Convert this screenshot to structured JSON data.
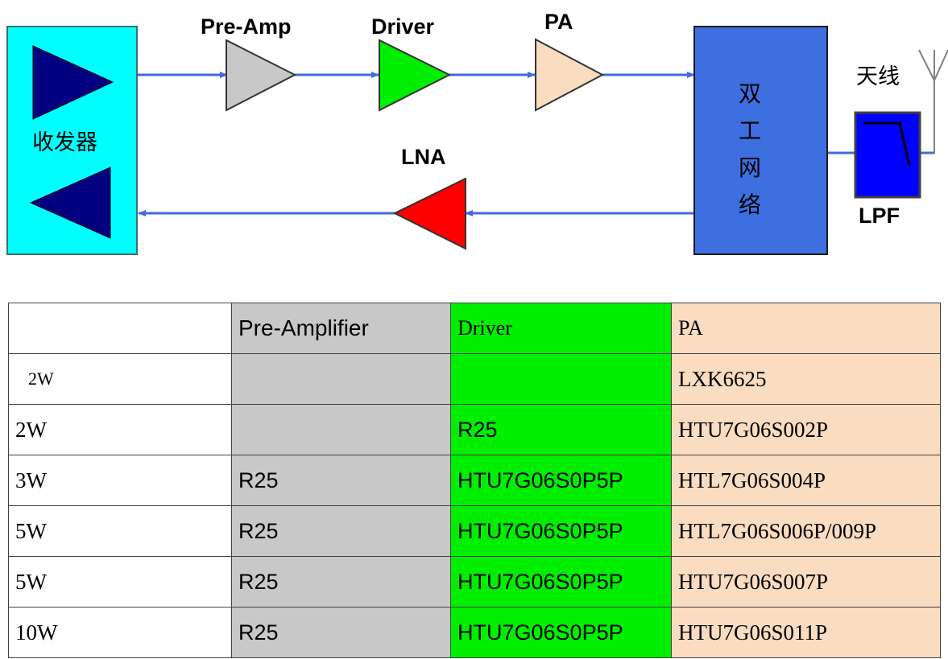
{
  "diagram": {
    "title": "RF Transmit/Receive Chain Block Diagram",
    "colors": {
      "transceiver_fill": "#00FFFF",
      "transceiver_triangle": "#000080",
      "preamp_fill": "#C8C8C8",
      "driver_fill": "#00EE00",
      "pa_fill": "#FADCC0",
      "lna_fill": "#FF0000",
      "duplexer_fill": "#3E6FE0",
      "lpf_fill": "#0000FF",
      "signal_line": "#4169E1",
      "antenna_line": "#808080",
      "outline": "#404040"
    },
    "blocks": {
      "transceiver_label": "收发器",
      "preamp_label": "Pre-Amp",
      "driver_label": "Driver",
      "pa_label": "PA",
      "lna_label": "LNA",
      "duplexer_label": "双工网络",
      "duplexer_chars": [
        "双",
        "工",
        "网",
        "络"
      ],
      "lpf_label": "LPF",
      "antenna_label": "天线"
    }
  },
  "table": {
    "columns": [
      "",
      "Pre-Amplifier",
      "Driver",
      "PA"
    ],
    "rows": [
      {
        "power": "2W",
        "preamp": "",
        "driver": "",
        "pa": "LXK6625"
      },
      {
        "power": "2W",
        "preamp": "",
        "driver": "R25",
        "pa": "HTU7G06S002P"
      },
      {
        "power": "3W",
        "preamp": "R25",
        "driver": "HTU7G06S0P5P",
        "pa": "HTL7G06S004P"
      },
      {
        "power": "5W",
        "preamp": "R25",
        "driver": "HTU7G06S0P5P",
        "pa": "HTL7G06S006P/009P"
      },
      {
        "power": "5W",
        "preamp": "R25",
        "driver": "HTU7G06S0P5P",
        "pa": "HTU7G06S007P"
      },
      {
        "power": "10W",
        "preamp": "R25",
        "driver": "HTU7G06S0P5P",
        "pa": "HTU7G06S011P"
      }
    ]
  }
}
